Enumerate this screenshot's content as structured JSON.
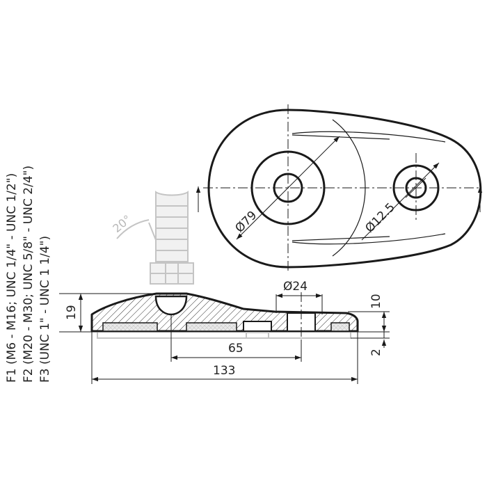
{
  "dimensions": {
    "diameter_large": "Ø79",
    "diameter_small": "Ø12.5",
    "diameter_mid": "Ø24",
    "height_total": "19",
    "height_upper": "10",
    "height_lower": "2",
    "length_center": "65",
    "length_total": "133",
    "tilt_angle": "20°"
  },
  "thread_notes": [
    "F1 (M6 - M16; UNC 1/4\" - UNC 1/2\")",
    "F2 (M20 - M30; UNC 5/8\" - UNC 2/4\")",
    "F3 (UNC 1\" - UNC 1 1/4\")"
  ]
}
